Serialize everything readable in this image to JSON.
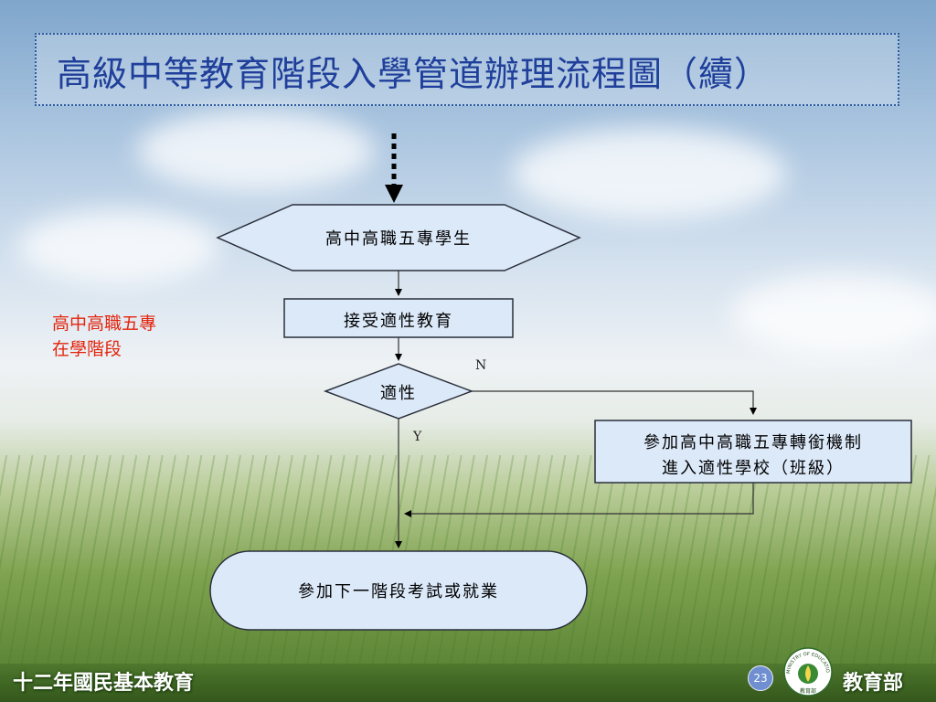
{
  "title": "高級中等教育階段入學管道辦理流程圖（續）",
  "side_note": {
    "line1": "高中高職五專",
    "line2": "在學階段"
  },
  "nodes": {
    "students": "高中高職五專學生",
    "guidance": "接受適性教育",
    "suitable": "適性",
    "transfer_line1": "參加高中高職五專轉銜機制",
    "transfer_line2": "進入適性學校（班級）",
    "next_stage": "參加下一階段考試或就業"
  },
  "labels": {
    "no": "N",
    "yes": "Y"
  },
  "footer": {
    "left": "十二年國民基本教育",
    "page_number": "23",
    "right": "教育部",
    "logo_text": "MINISTRY OF EDUCATION",
    "logo_chinese": "教育部"
  },
  "colors": {
    "node_fill": "#dce9f9",
    "node_stroke": "#2a2f3a",
    "title_text": "#1f3f9a",
    "side_note": "#e4240c"
  }
}
